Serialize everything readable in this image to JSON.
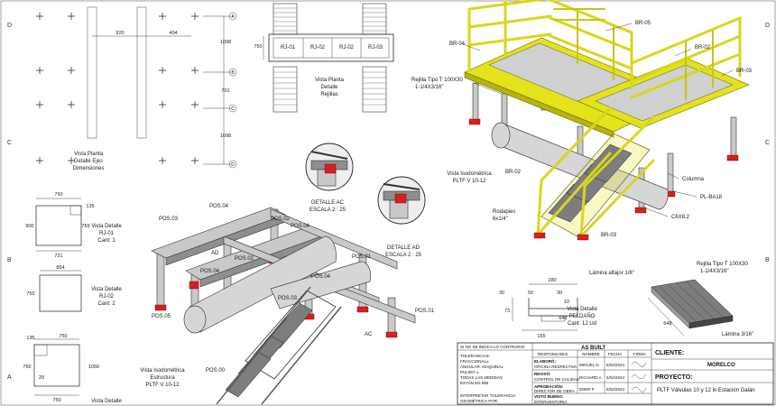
{
  "sheet": {
    "row_markers": [
      "D",
      "C",
      "B",
      "A"
    ],
    "axis_markers": [
      "A",
      "B",
      "C",
      "D"
    ],
    "axis_dims": [
      "1098",
      "701",
      "1098"
    ],
    "plan_dims": [
      "920",
      "404"
    ],
    "plan_caption": [
      "Vista Planta",
      "Detalle Ejes",
      "Dimensiones"
    ],
    "grating_caption": [
      "Vista Planta",
      "Detalle",
      "Rejillas"
    ],
    "grating_labels": [
      "RJ-01",
      "RJ-02",
      "RJ-02",
      "RJ-03"
    ],
    "grating_dim": "750",
    "detail_rj01": {
      "caption": [
        "Vista Detalle",
        "RJ-01",
        "Cant: 1"
      ],
      "dims": [
        "750",
        "135",
        "900",
        "769",
        "721"
      ]
    },
    "detail_rj02": {
      "caption": [
        "Vista Detalle",
        "RJ-02",
        "Cant: 2"
      ],
      "dims": [
        "854",
        "750"
      ]
    },
    "detail_rj03": {
      "caption": [
        "Vista Detalle"
      ],
      "dims": [
        "135",
        "750",
        "760",
        "1050",
        "29",
        "750"
      ]
    },
    "detail_ac": [
      "DETALLE AC",
      "ESCALA 2 : 25"
    ],
    "detail_ad": [
      "DETALLE AD",
      "ESCALA 2 : 25"
    ],
    "iso_structure_caption": [
      "Vista Isodométrica",
      "Estructura",
      "PLTF V 10-12"
    ],
    "iso_structure_labels": [
      "POS.03",
      "POS.04",
      "POS.02",
      "POS.04",
      "POS.01",
      "POS.02",
      "POS.04",
      "POS.03",
      "POS.04",
      "POS.05",
      "POS.01",
      "POS.00",
      "AD",
      "AC"
    ],
    "iso_color_caption": [
      "Vista Isodométrica",
      "PLTF V 10-12"
    ],
    "iso_color_labels": [
      "BR-04",
      "BR-05",
      "BR-02",
      "BR-03",
      "BR-02",
      "BR-03",
      "Columna",
      "PL-BA18",
      "C6X8.2"
    ],
    "grating_callout": [
      "Rejilla Tipo T 100X30",
      "1-1/4X3/16\""
    ],
    "rodapies": [
      "Rodapies",
      "6x1/4\""
    ],
    "step_caption": [
      "Vista Detalle",
      "PELDAÑO",
      "Cant: 12 Ud"
    ],
    "step_dims": [
      "280",
      "30",
      "50",
      "30",
      "10",
      "73",
      "165",
      "648"
    ],
    "step_labels": [
      "Lámina alfajor 1/8\"",
      "Rejilla Tipo T 100X30",
      "1-1/4X3/16\"",
      "Lámina 3/16\""
    ],
    "title_block": {
      "note": "SI NO SE INDICA LO CONTRARIO:",
      "as_built": "AS BUILT",
      "headers": [
        "RESPONSABLE",
        "NOMBRE",
        "FECHA",
        "FIRMA"
      ],
      "tolerances": [
        "TOLERANCIAS:",
        "FRACCIONAL±",
        "ANGULAR: MAQUINA±",
        "PULIDO ±",
        "TODAS LAS MEDIDAS",
        "ESTÁN EN MM"
      ],
      "rows": [
        {
          "role": "ELABORÓ:",
          "dept": "OFICINA RESPECTIVA",
          "name": "MIGUEL D.",
          "date": "5/02/2024"
        },
        {
          "role": "REVISÓ:",
          "dept": "CONTROL DE CALIDAD",
          "name": "RICHARD A.",
          "date": "5/02/2024"
        },
        {
          "role": "APROBACIÓN:",
          "dept": "DIRECTOR DE OBRA",
          "name": "EDER F.",
          "date": "5/02/2024"
        },
        {
          "role": "VISTO BUENO:",
          "dept": "INTERVENTORIA",
          "name": "",
          "date": ""
        }
      ],
      "geom_note": [
        "INTERPRETAR TOLERANCIA",
        "GEOMÉTRICA POR:"
      ],
      "client_label": "CLIENTE:",
      "client": "MORELCO",
      "project_label": "PROYECTO:",
      "project": "PLTF Válvulas 10 y 12 in Estación Galán"
    },
    "colors": {
      "steel": "#c9c9c9",
      "yellow": "#e4e21a",
      "red": "#d81f1f"
    }
  }
}
